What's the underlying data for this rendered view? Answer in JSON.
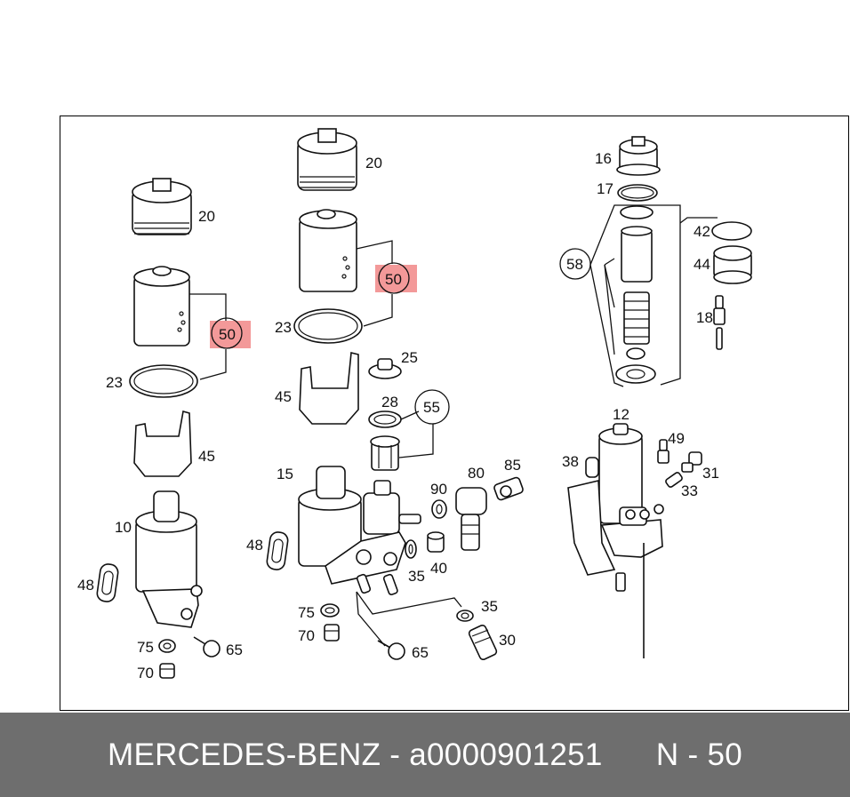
{
  "diagram": {
    "part_labels": {
      "l20a": "20",
      "l50a": "50",
      "l23a": "23",
      "l45a": "45",
      "l10": "10",
      "l48a": "48",
      "l75a": "75",
      "l70a": "70",
      "l65a": "65",
      "l20b": "20",
      "l50b": "50",
      "l23b": "23",
      "l25": "25",
      "l45b": "45",
      "l28": "28",
      "l55": "55",
      "l15": "15",
      "l90": "90",
      "l80": "80",
      "l85": "85",
      "l48b": "48",
      "l40": "40",
      "l35a": "35",
      "l75b": "75",
      "l70b": "70",
      "l65b": "65",
      "l35b": "35",
      "l30": "30",
      "l16": "16",
      "l17": "17",
      "l58": "58",
      "l42": "42",
      "l44": "44",
      "l18": "18",
      "l12": "12",
      "l49": "49",
      "l38": "38",
      "l31": "31",
      "l33": "33"
    },
    "highlight_color": "#f08080"
  },
  "footer": {
    "brand": "MERCEDES-BENZ",
    "separator": " - ",
    "part_number": "a0000901251",
    "position_label": "N - 50"
  }
}
